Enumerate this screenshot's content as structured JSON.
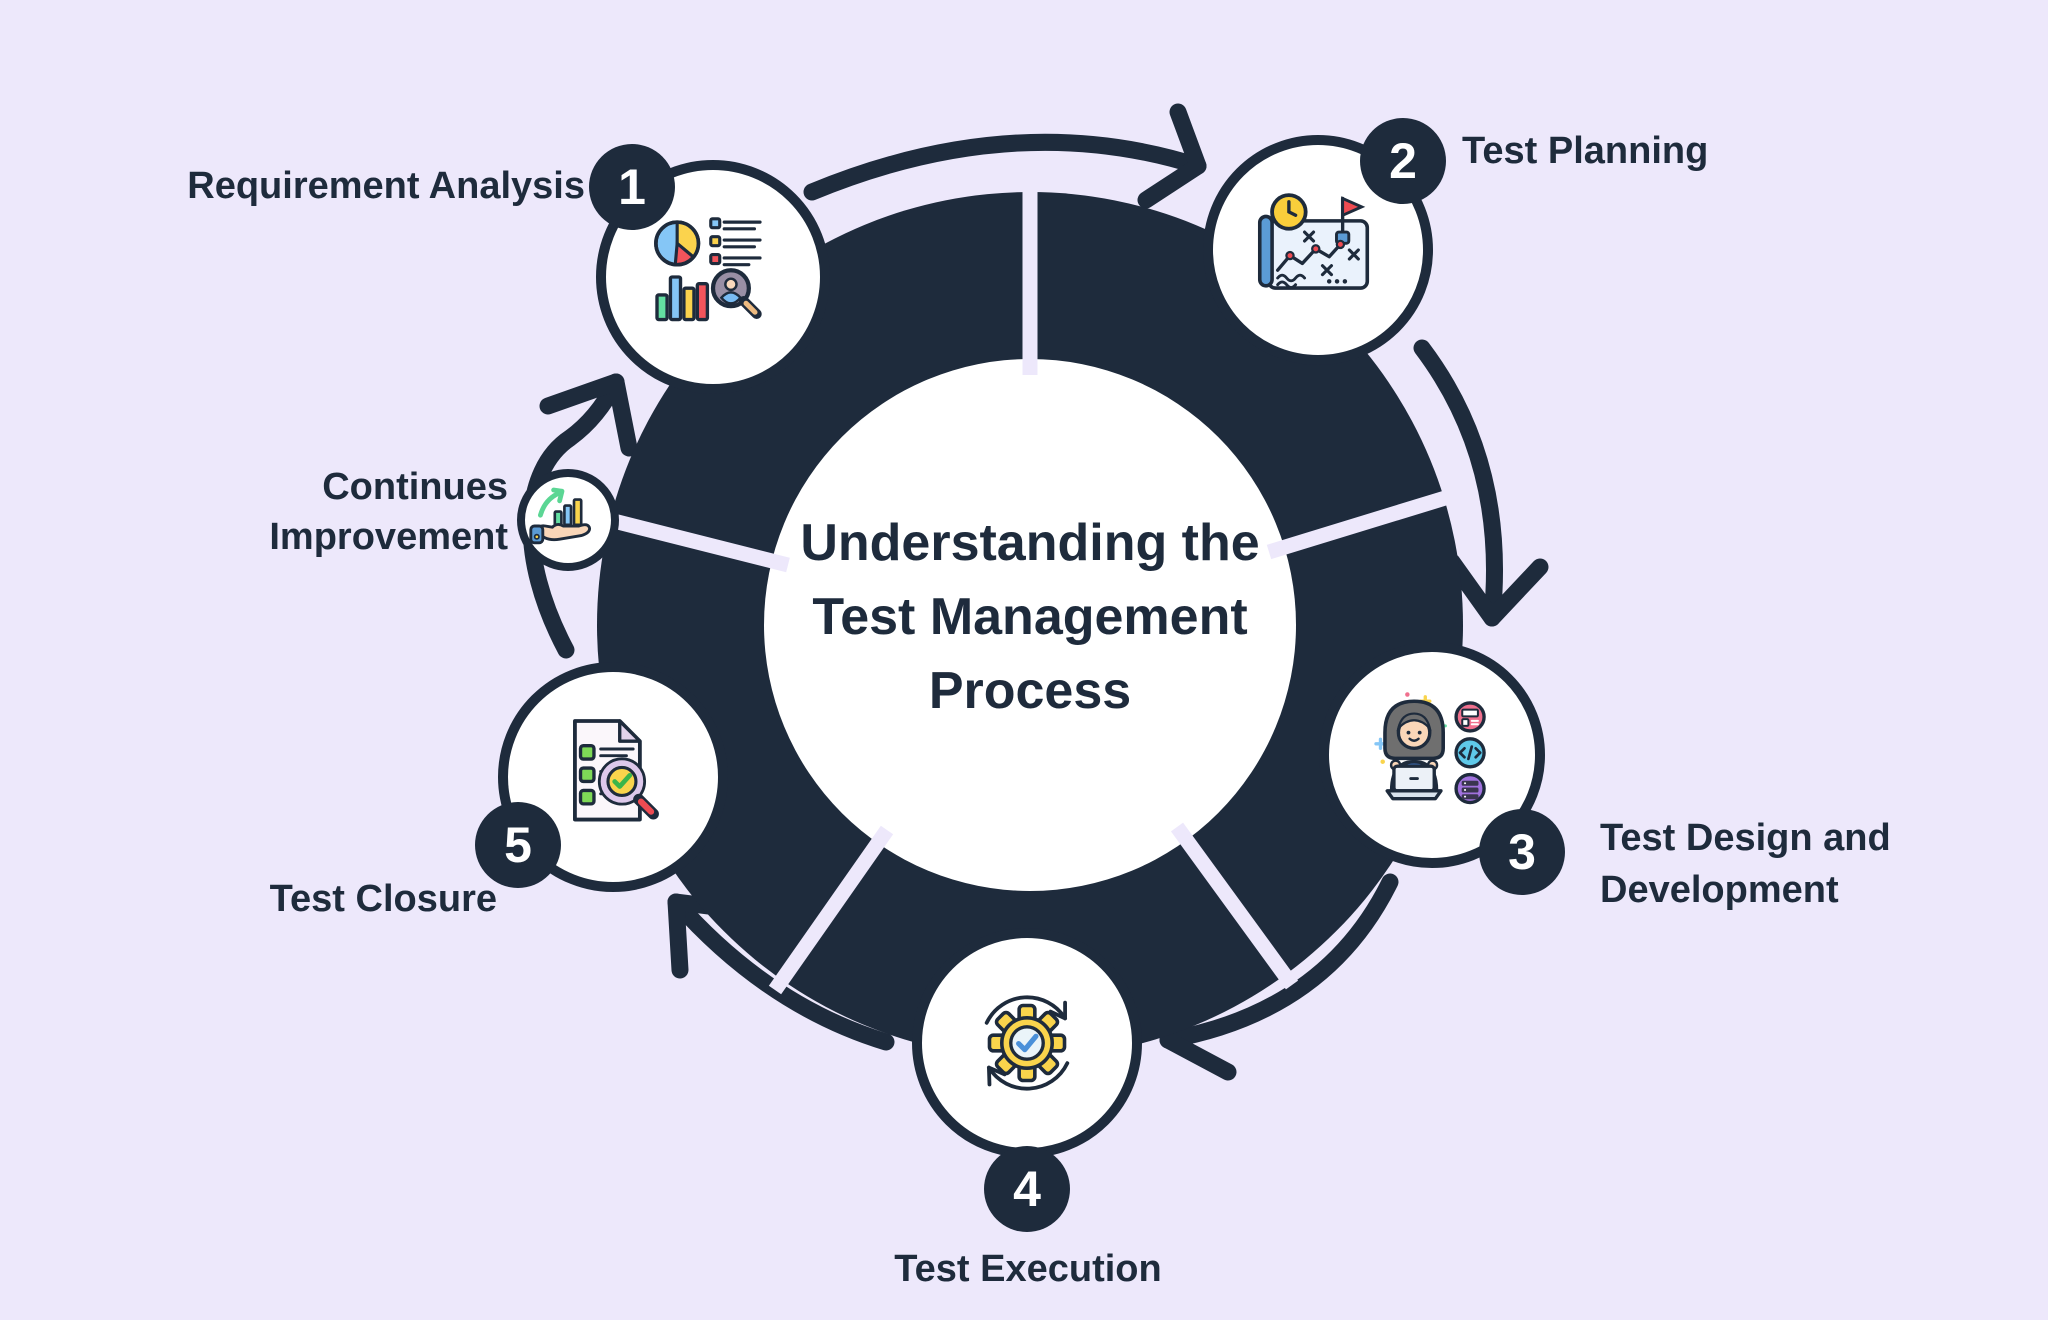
{
  "title": {
    "text": "Understanding the\nTest Management\nProcess"
  },
  "steps": [
    {
      "number": "1",
      "label": "Requirement Analysis",
      "icon": "analysis-pie-bars-magnifier"
    },
    {
      "number": "2",
      "label": "Test Planning",
      "icon": "plan-map-clock-flag"
    },
    {
      "number": "3",
      "label": "Test Design and\nDevelopment",
      "icon": "developer-woman-laptop"
    },
    {
      "number": "4",
      "label": "Test Execution",
      "icon": "gear-check-cycle"
    },
    {
      "number": "5",
      "label": "Test Closure",
      "icon": "checklist-document-magnifier"
    }
  ],
  "auxiliary": {
    "label": "Continues\nImprovement",
    "icon": "hand-growth-chart"
  },
  "colors": {
    "background": "#EDE8FB",
    "navy": "#1E2B3C",
    "white": "#FFFFFF",
    "yellow": "#F9D44C",
    "clock_yellow": "#F9CE3B",
    "blue": "#85C6F6",
    "steel_blue": "#5B9BD5",
    "shirt_blue": "#3F6FB8",
    "check_blue": "#4A90D9",
    "green": "#63DFA2",
    "check_green": "#3BB54A",
    "list_green": "#7ED957",
    "red": "#F2545B",
    "flag_red": "#EE4B52",
    "pink": "#F0708E",
    "cyan": "#5FC9E9",
    "purple": "#A172DE",
    "lilac": "#DDC8EB",
    "skin": "#F9D6B8",
    "hair_gray": "#6F6F6F"
  }
}
